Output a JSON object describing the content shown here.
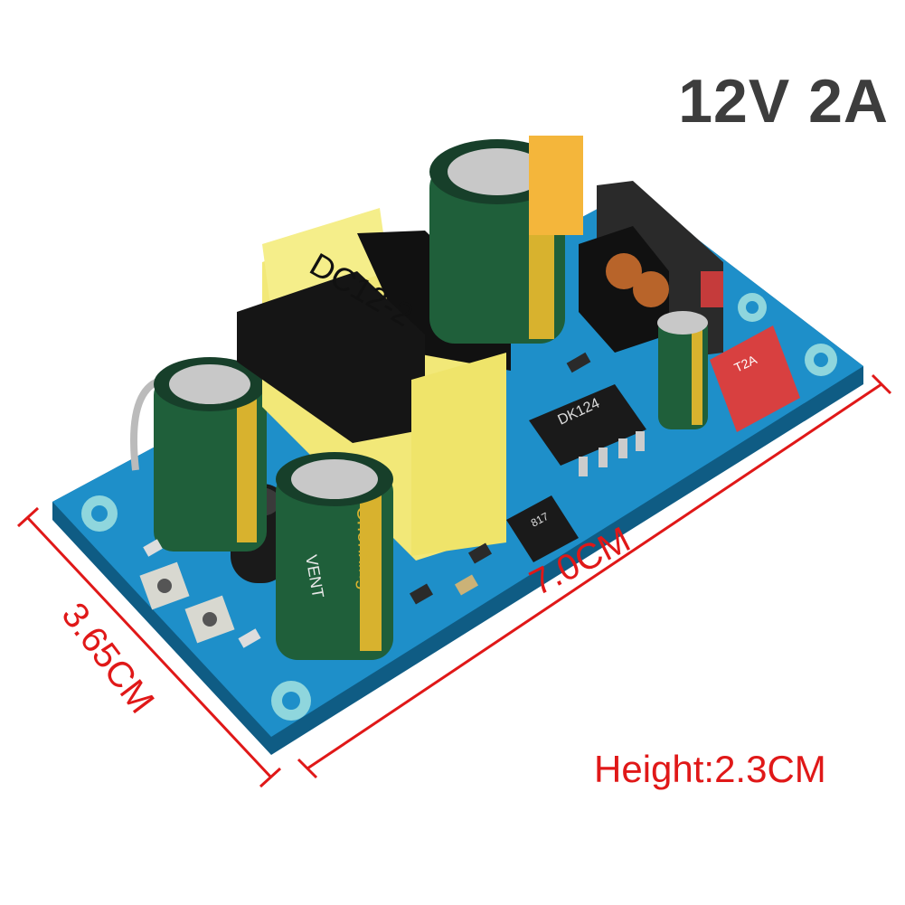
{
  "header": {
    "title": "12V 2A"
  },
  "dimensions": {
    "width_label": "7.0CM",
    "depth_label": "3.65CM",
    "height_label": "Height:2.3CM"
  },
  "board": {
    "transformer_label": "DC12-2",
    "ic_label": "DK124",
    "optocoupler_label": "817",
    "fuse_label": "T2A",
    "capacitor_brand": "Chenxing",
    "capacitor_text": "VENT",
    "colors": {
      "pcb": "#1e8fc9",
      "capacitor": "#1f5f3a",
      "transformer_tape": "#f2e878",
      "dimension": "#e01818"
    }
  }
}
